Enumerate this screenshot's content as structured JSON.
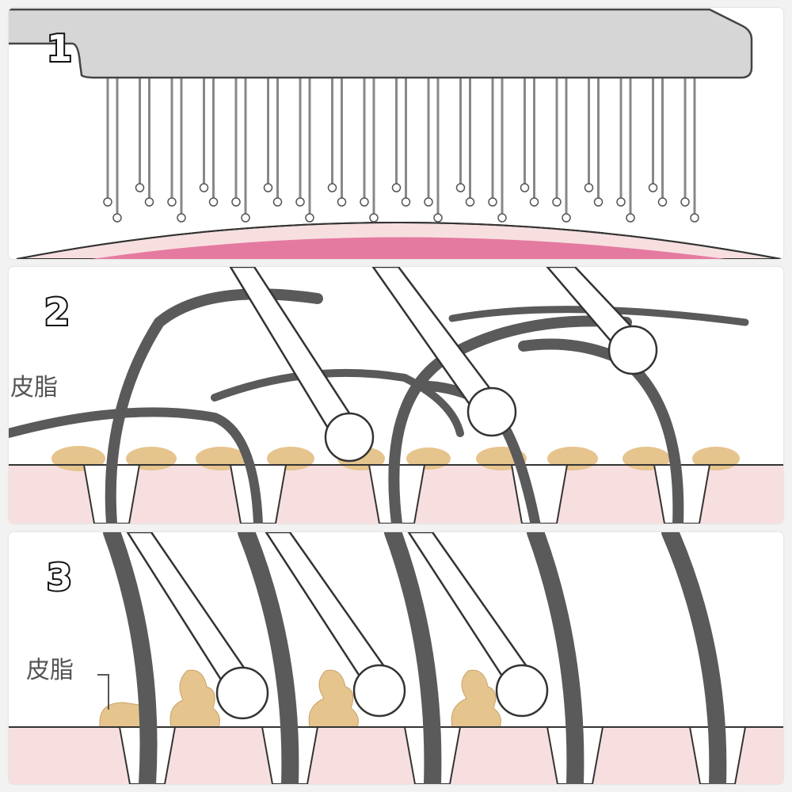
{
  "panels": [
    {
      "number": "1"
    },
    {
      "number": "2",
      "label": "皮脂"
    },
    {
      "number": "3",
      "label": "皮脂"
    }
  ],
  "colors": {
    "hair": "#5a5a5a",
    "skin": "#f7dfe0",
    "scalp_band": "#e57aa0",
    "sebum": "#e6c48d",
    "brush": "#d6d6d6",
    "outline": "#333333"
  }
}
